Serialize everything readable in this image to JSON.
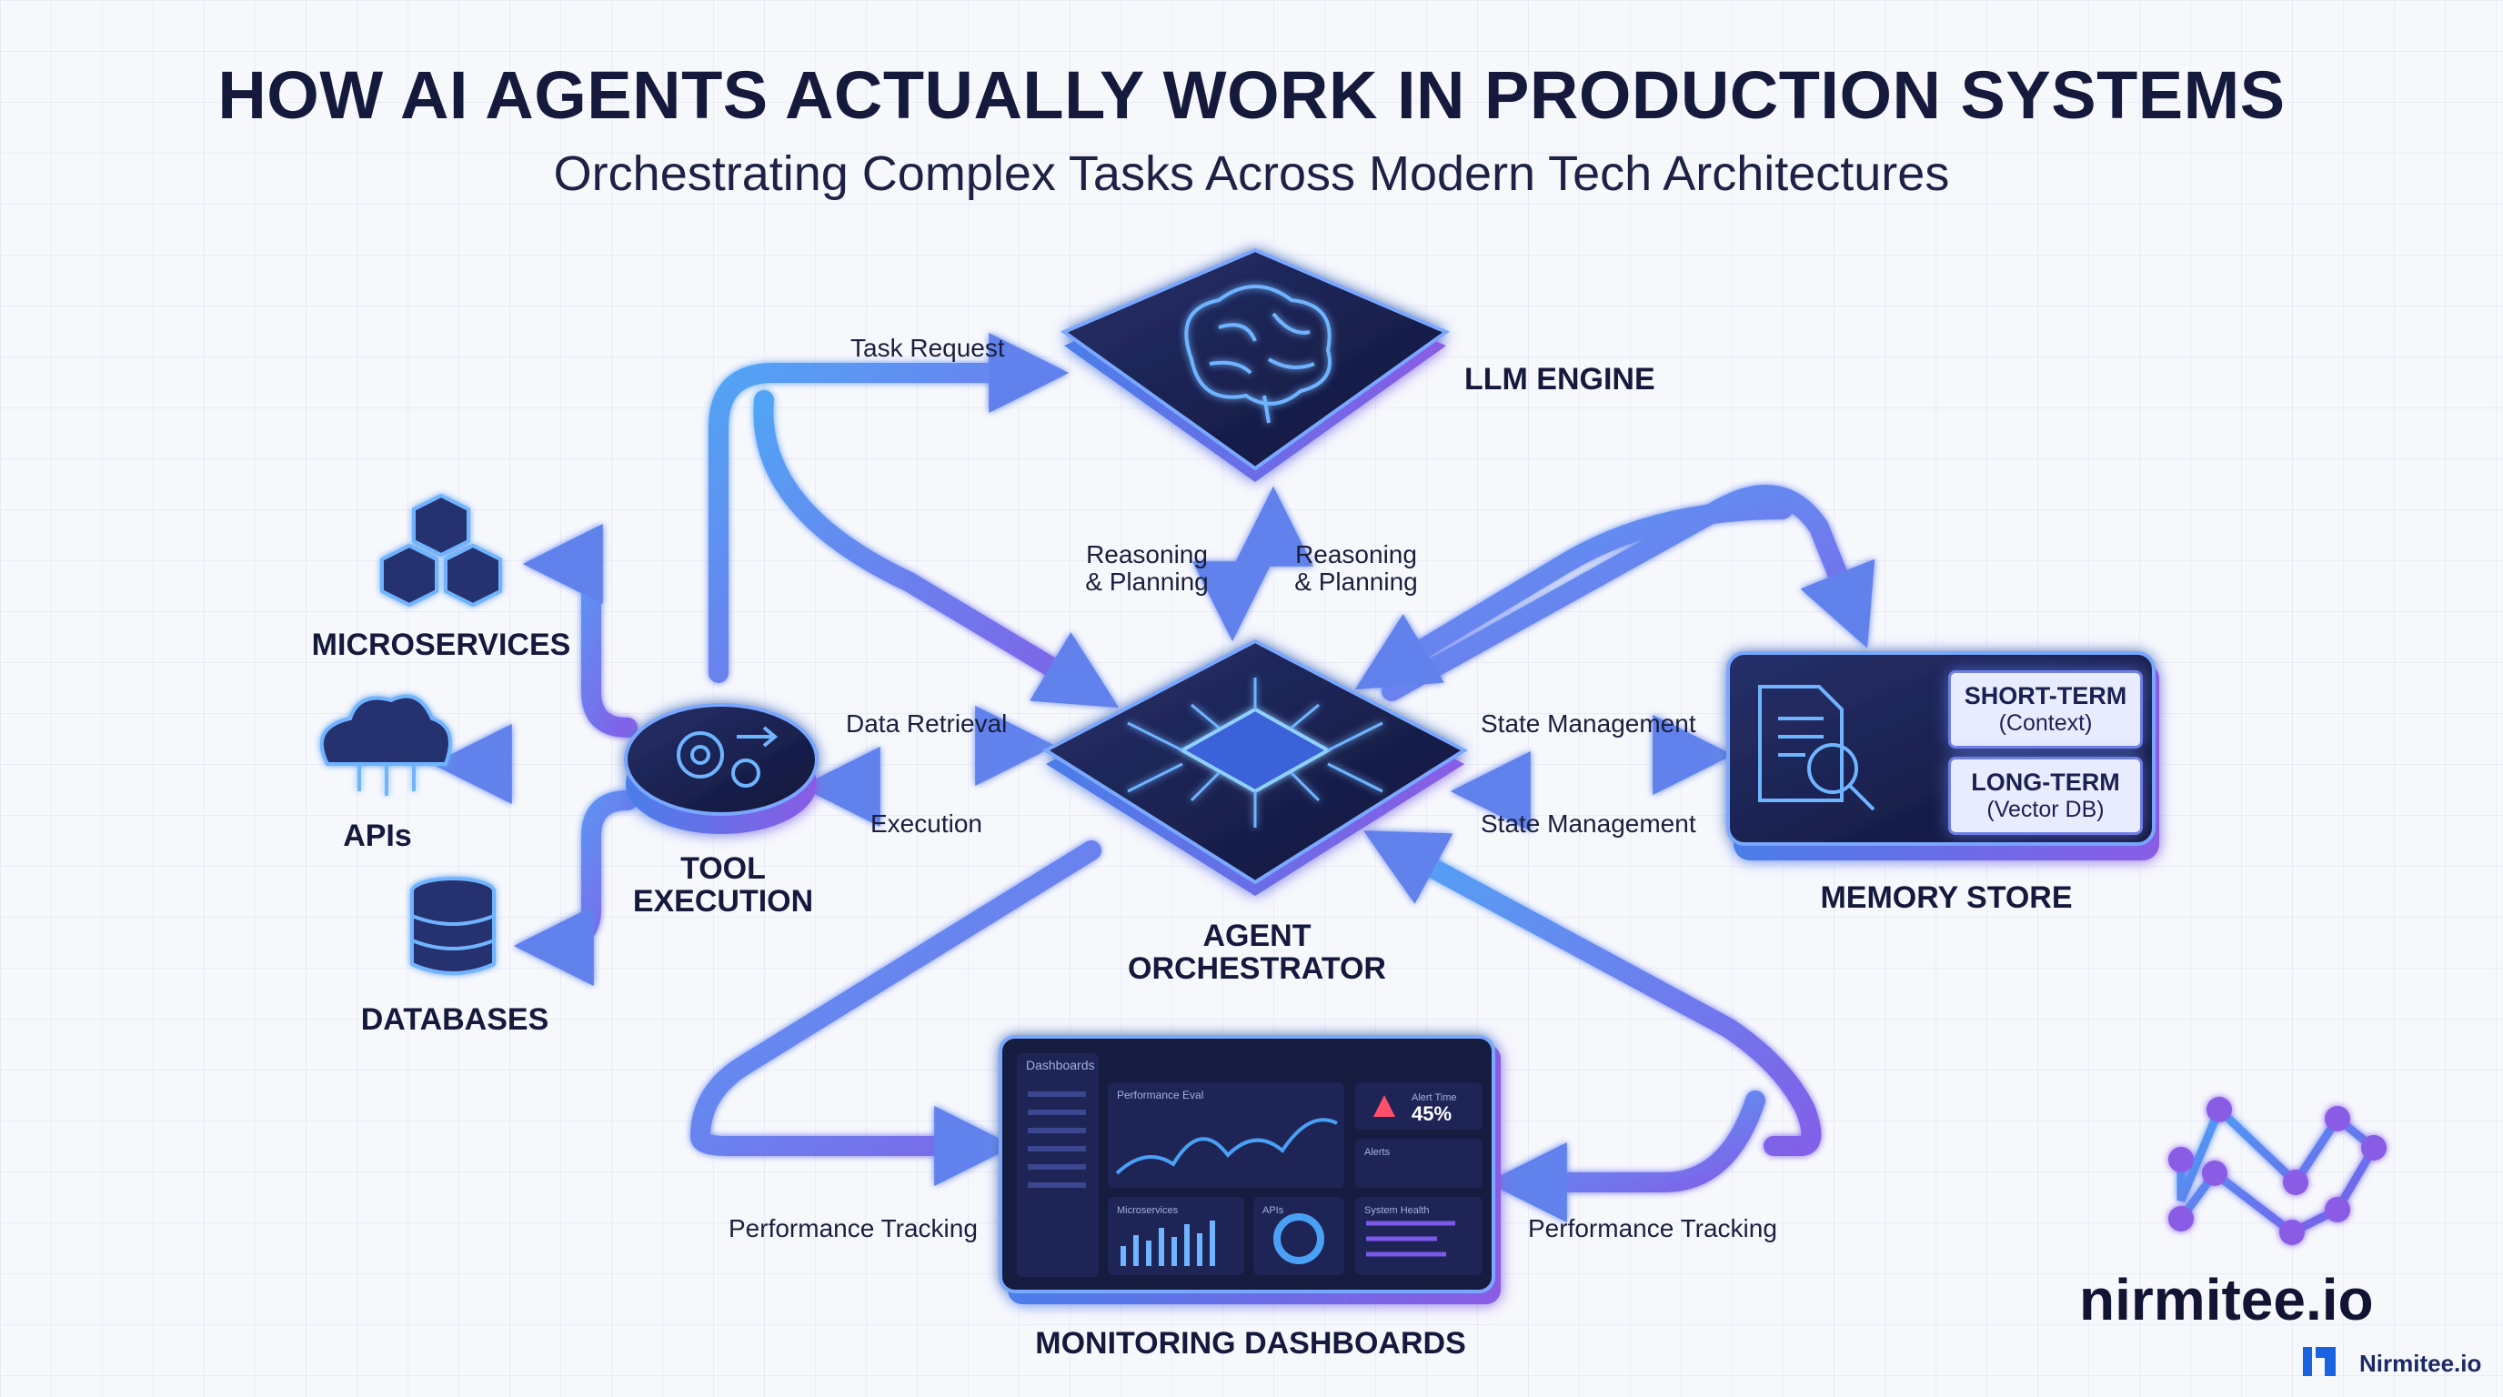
{
  "header": {
    "title": "HOW AI AGENTS ACTUALLY WORK IN PRODUCTION SYSTEMS",
    "subtitle": "Orchestrating Complex Tasks Across Modern Tech Architectures"
  },
  "nodes": {
    "llm": "LLM ENGINE",
    "orchestrator_line1": "AGENT",
    "orchestrator_line2": "ORCHESTRATOR",
    "tool_line1": "TOOL",
    "tool_line2": "EXECUTION",
    "memory": "MEMORY STORE",
    "monitoring": "MONITORING DASHBOARDS",
    "microservices": "MICROSERVICES",
    "apis": "APIs",
    "databases": "DATABASES"
  },
  "memory_tags": {
    "short_term": "SHORT-TERM",
    "short_term_sub": "(Context)",
    "long_term": "LONG-TERM",
    "long_term_sub": "(Vector DB)"
  },
  "flow_labels": {
    "task_request": "Task Request",
    "reasoning_left_1": "Reasoning",
    "reasoning_left_2": "& Planning",
    "reasoning_right_1": "Reasoning",
    "reasoning_right_2": "& Planning",
    "data_retrieval": "Data Retrieval",
    "execution": "Execution",
    "state_management_top": "State Management",
    "state_management_bottom": "State Management",
    "performance_left": "Performance Tracking",
    "performance_right": "Performance Tracking"
  },
  "dashboard": {
    "app_title": "Dashboards",
    "performance_title": "Performance Eval",
    "alert_title": "Alert Time",
    "alert_value": "45%",
    "alerts_title": "Alerts",
    "microservices_title": "Microservices",
    "apis_title": "APIs",
    "system_health_title": "System Health"
  },
  "brand": {
    "name": "nirmitee.io",
    "small": "Nirmitee.io"
  },
  "colors": {
    "accent_blue": "#4a8df0",
    "accent_purple": "#7a5ce6",
    "dark_navy": "#1b2150"
  }
}
